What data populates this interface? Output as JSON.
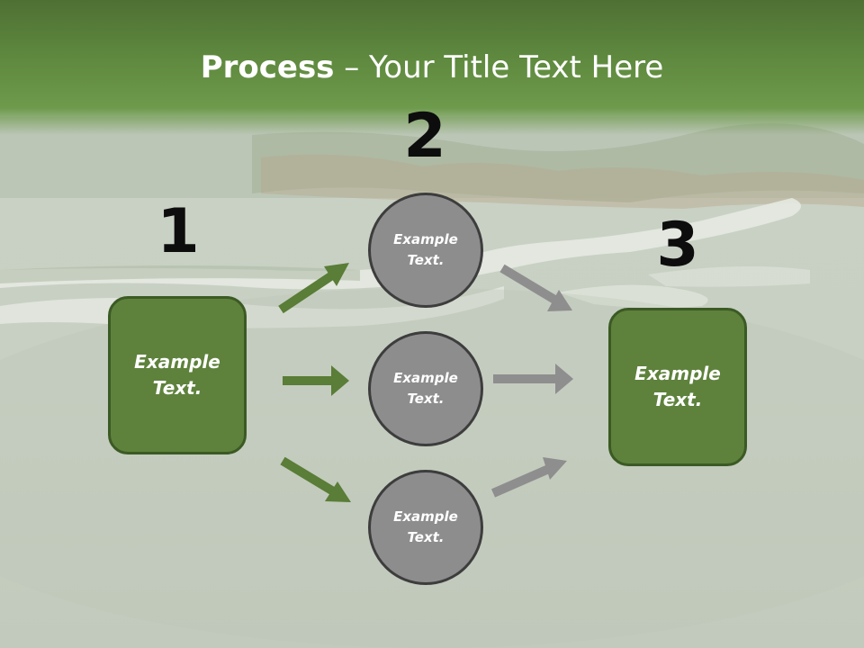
{
  "title": {
    "bold": "Process",
    "rest": " – Your Title Text Here"
  },
  "steps": {
    "one": "1",
    "two": "2",
    "three": "3"
  },
  "left_box": {
    "text": "Example\nText."
  },
  "right_box": {
    "text": "Example\nText."
  },
  "circles": [
    {
      "text": "Example\nText."
    },
    {
      "text": "Example\nText."
    },
    {
      "text": "Example\nText."
    }
  ],
  "colors": {
    "green_fill": "#5e823c",
    "green_border": "#3b5a24",
    "green_arrow": "#5a7d37",
    "gray_circle": "#8d8d8d",
    "gray_arrow": "#8e8e8e"
  }
}
